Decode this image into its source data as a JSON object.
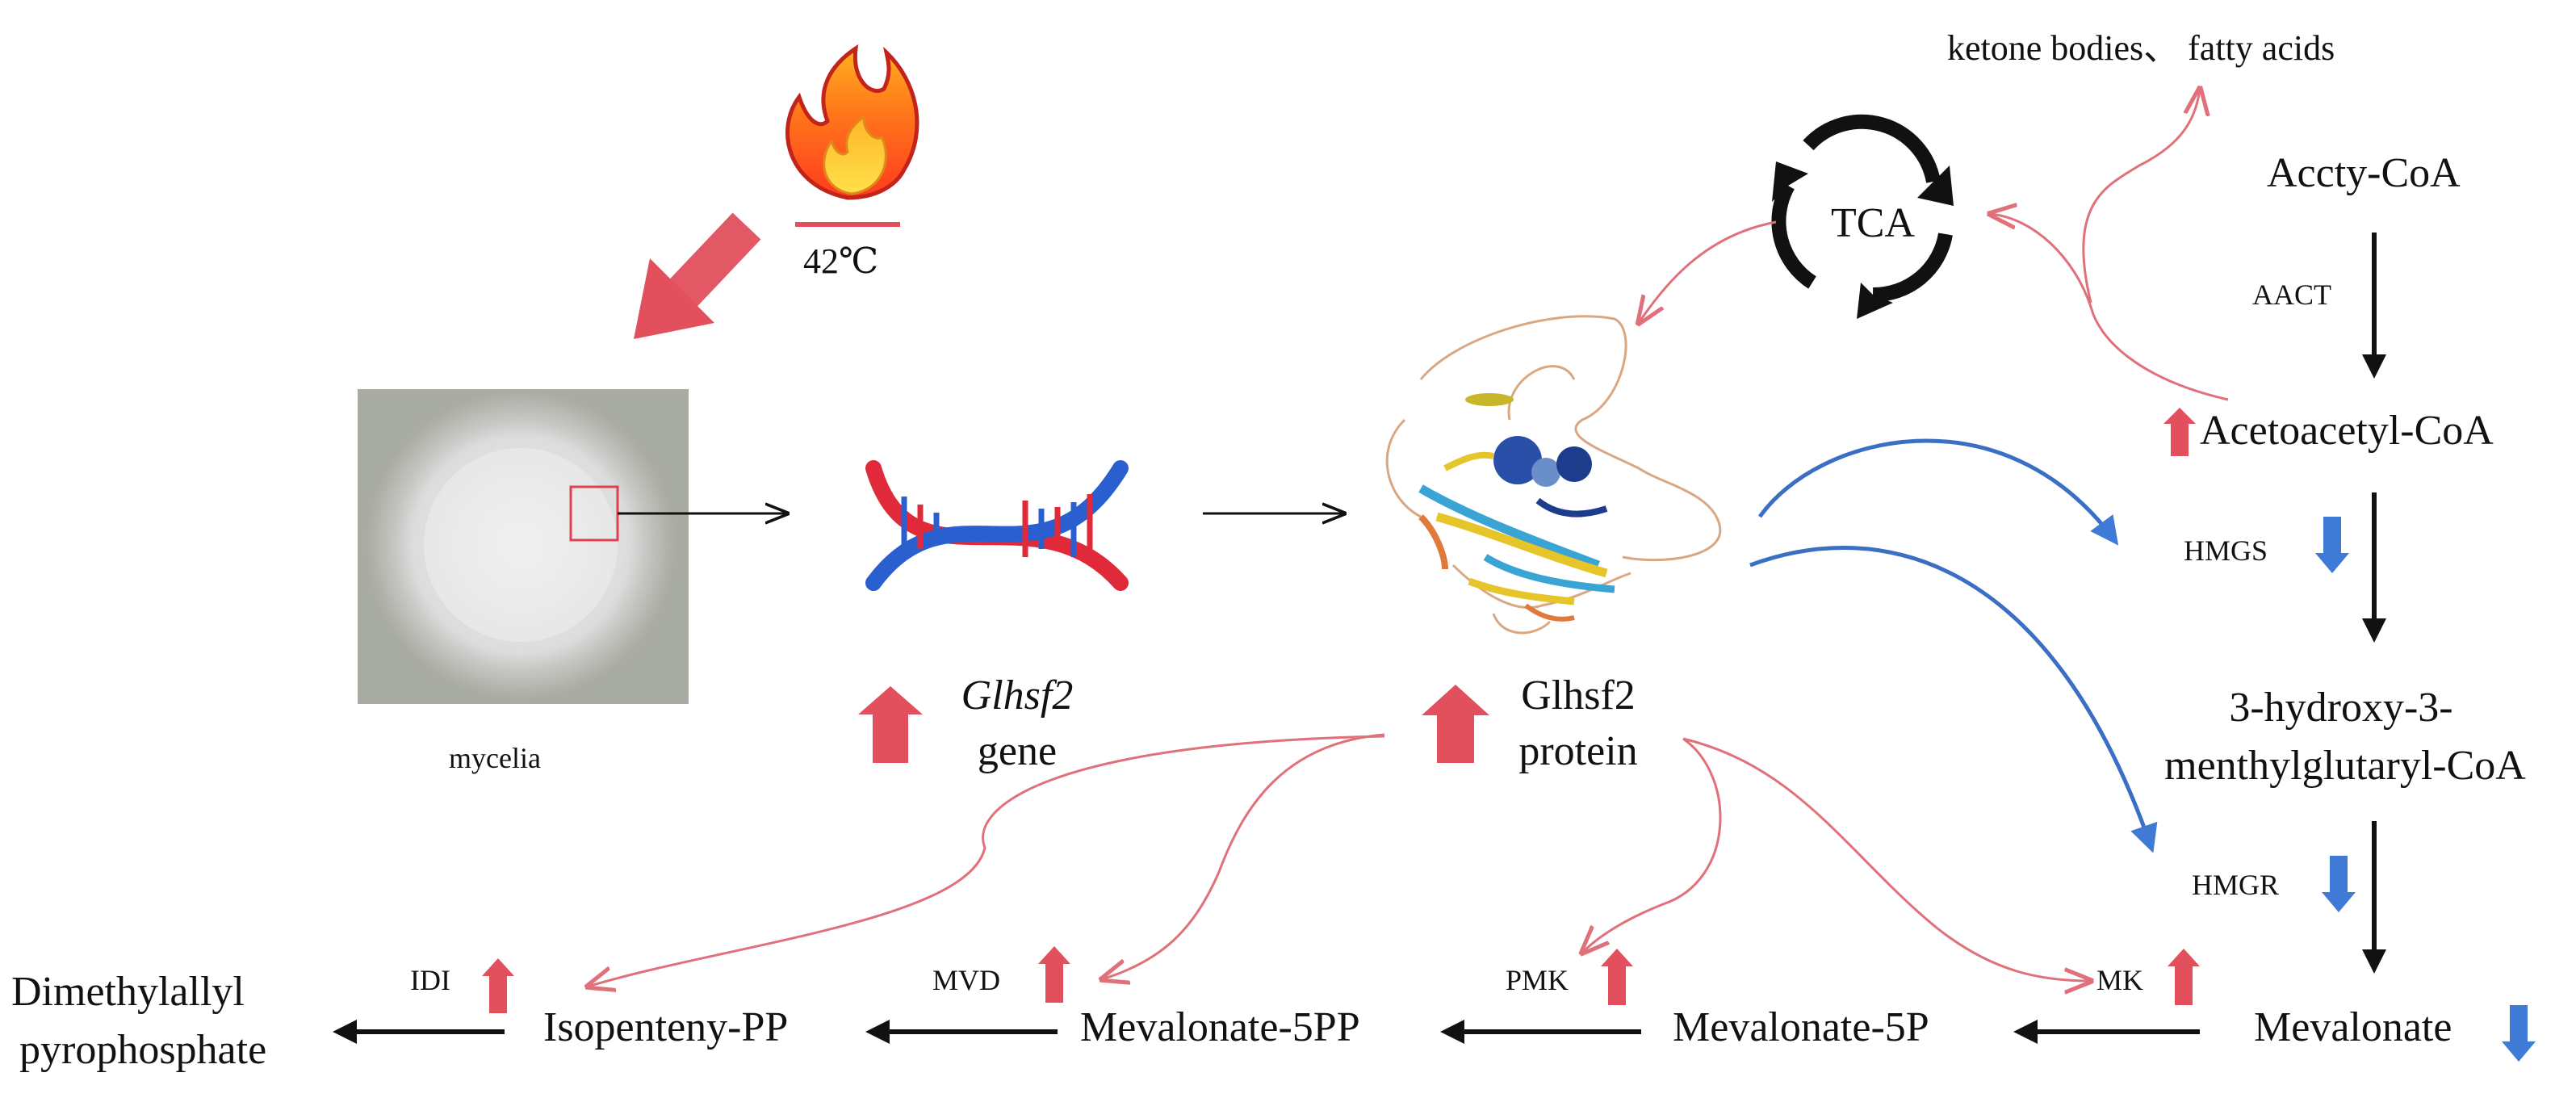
{
  "stress": {
    "temperature": "42℃"
  },
  "mycelia": {
    "label": "mycelia"
  },
  "gene": {
    "name": "Glhsf2",
    "suffix": "gene"
  },
  "protein": {
    "name": "Glhsf2",
    "suffix": "protein"
  },
  "tca": {
    "label": "TCA"
  },
  "products": {
    "label": "ketone bodies、 fatty acids"
  },
  "pathway": {
    "acetyl_coa": "Accty-CoA",
    "aact": "AACT",
    "acetoacetyl_coa": "Acetoacetyl-CoA",
    "hmgs": "HMGS",
    "hmg_coa_line1": "3-hydroxy-3-",
    "hmg_coa_line2": "menthylglutaryl-CoA",
    "hmgr": "HMGR",
    "mevalonate": "Mevalonate",
    "mk": "MK",
    "mevalonate_5p": "Mevalonate-5P",
    "pmk": "PMK",
    "mevalonate_5pp": "Mevalonate-5PP",
    "mvd": "MVD",
    "isopenteny_pp": "Isopenteny-PP",
    "idi": "IDI",
    "dmapp_line1": "Dimethylallyl",
    "dmapp_line2": "pyrophosphate"
  },
  "colors": {
    "up": "#e2505d",
    "down": "#3f7ad6",
    "regulation": "#e0707a",
    "inhibition": "#3a6fc4",
    "flow": "#111111"
  },
  "icons": [
    "fire-icon",
    "dna-icon",
    "protein-structure-icon",
    "cycle-icon"
  ]
}
